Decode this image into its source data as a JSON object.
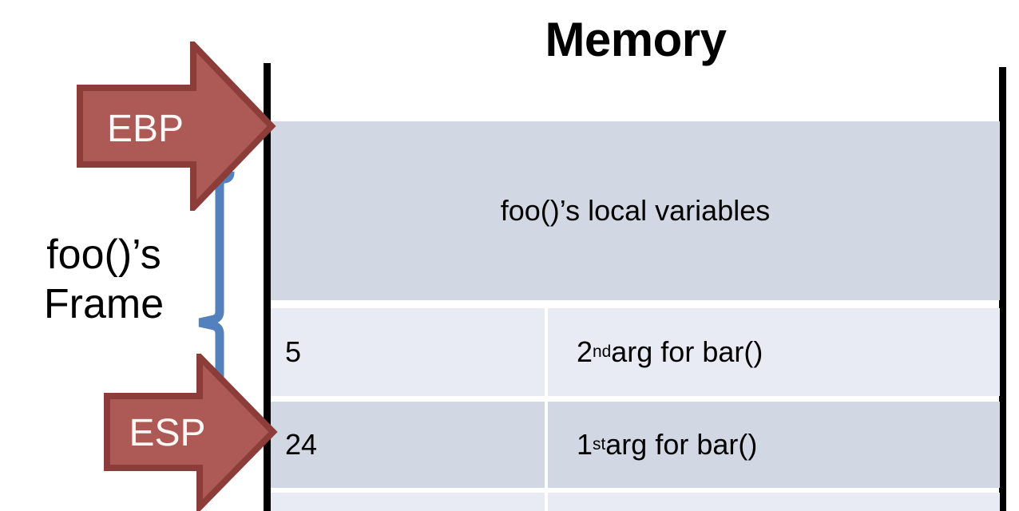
{
  "diagram": {
    "title": "Memory",
    "frame_label_lines": [
      "foo()’s",
      "Frame"
    ],
    "registers": [
      {
        "name": "EBP",
        "label": "EBP",
        "points_to_row": 0
      },
      {
        "name": "ESP",
        "label": "ESP",
        "points_to_row": 2
      }
    ],
    "colors": {
      "arrow_fill": "#ad5a56",
      "arrow_border": "#8c3d3a",
      "arrow_text": "#fdf7f6",
      "brace": "#5281bd",
      "rule": "#000000",
      "row_dark": "#d1d7e3",
      "row_light": "#e8ebf4",
      "text": "#000000",
      "background": "#ffffff"
    },
    "table": {
      "columns": [
        "value",
        "description"
      ],
      "rows": [
        {
          "value": "",
          "description": "foo()’s local variables",
          "span": true,
          "shade": "dark"
        },
        {
          "value": "5",
          "description": "2nd arg for bar()",
          "desc_ordinal": "2",
          "desc_suffix": "nd",
          "desc_rest": " arg for bar()",
          "span": false,
          "shade": "light"
        },
        {
          "value": "24",
          "description": "1st arg for bar()",
          "desc_ordinal": "1",
          "desc_suffix": "st",
          "desc_rest": " arg for bar()",
          "span": false,
          "shade": "dark"
        },
        {
          "value": "",
          "description": "",
          "span": false,
          "shade": "light"
        }
      ]
    }
  }
}
